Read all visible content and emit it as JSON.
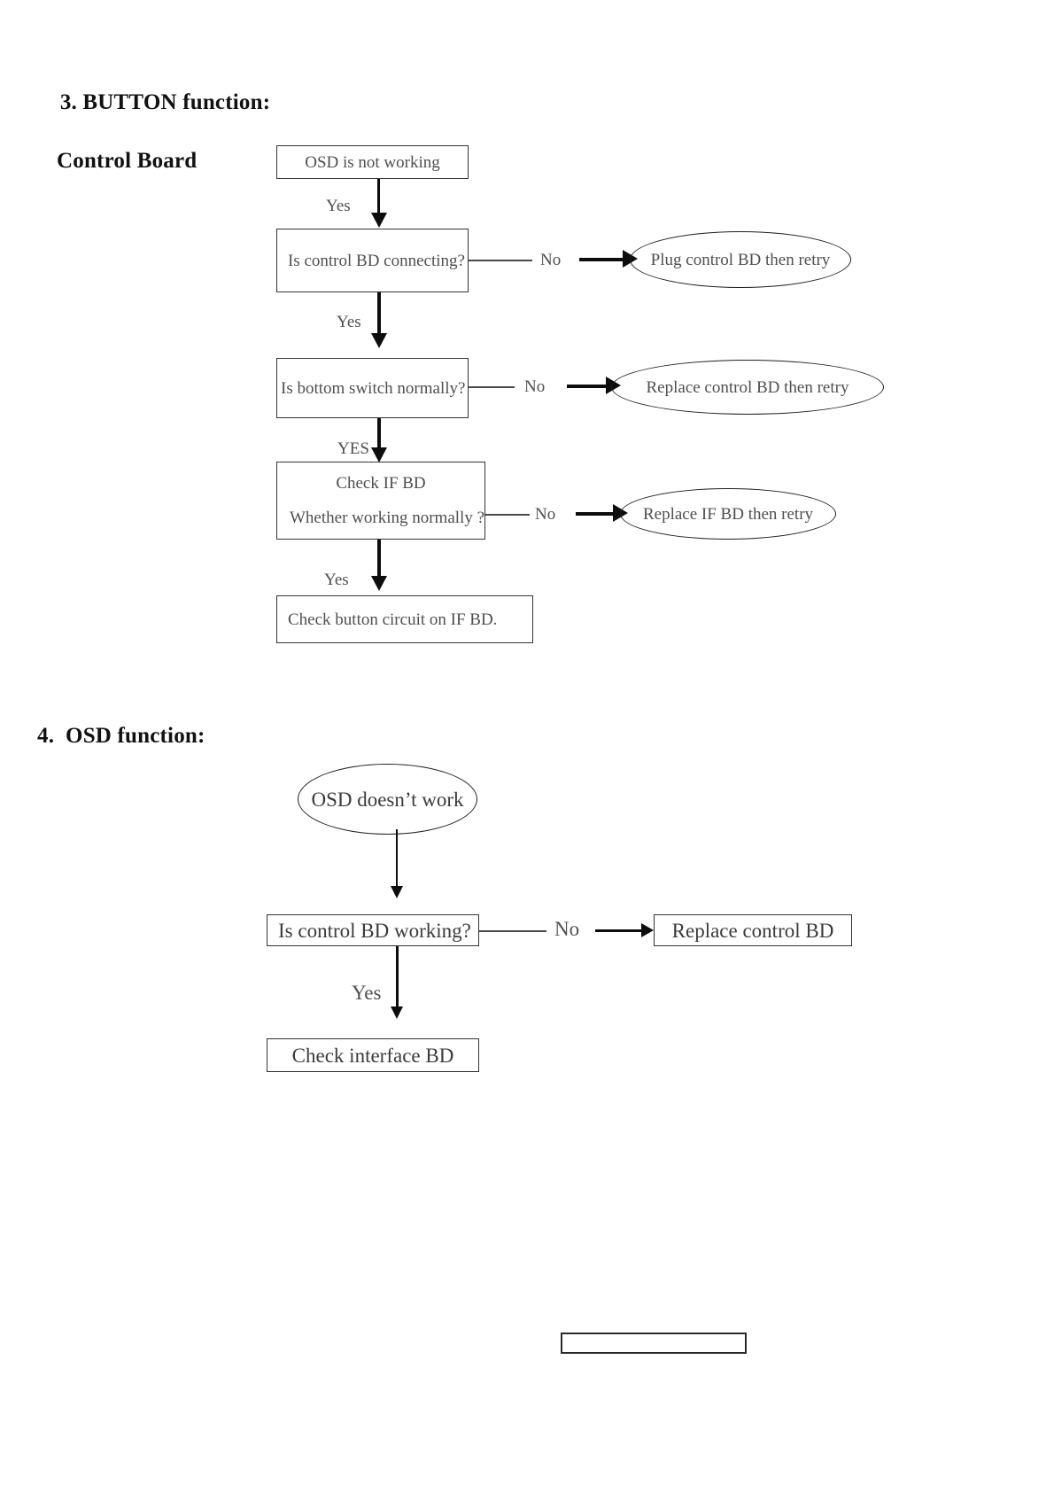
{
  "document": {
    "background_color": "#ffffff",
    "text_color": "#4a4a4a",
    "line_color": "#0d0d0d"
  },
  "sections": [
    {
      "number": "3.",
      "title_line1": "3. BUTTON function:",
      "title_line2": "Control Board"
    },
    {
      "number": "4.",
      "title": "4.  OSD function:"
    }
  ],
  "flowchart_button": {
    "nodes": {
      "start": "OSD is not working",
      "decision_1": "Is control BD connecting?",
      "action_1": "Plug control BD then retry",
      "decision_2": "Is bottom switch normally?",
      "action_2": "Replace control BD then retry",
      "decision_3_line1": "Check IF BD",
      "decision_3_line2": "Whether working normally ?",
      "action_3": "Replace IF BD then retry",
      "end": "Check button circuit on IF BD."
    },
    "edges": {
      "yes_1": "Yes",
      "no_1": "No",
      "yes_2": "Yes",
      "no_2": "No",
      "yes_3": "YES",
      "no_3": "No",
      "yes_4": "Yes"
    }
  },
  "flowchart_osd": {
    "nodes": {
      "start": "OSD doesn’t work",
      "decision_1": "Is control BD working?",
      "action_1": "Replace control BD",
      "end": "Check interface BD"
    },
    "edges": {
      "no_1": "No",
      "yes_1": "Yes"
    }
  }
}
